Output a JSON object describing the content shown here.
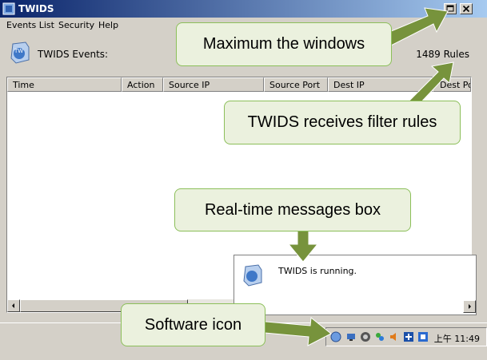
{
  "window": {
    "title": "TWIDS"
  },
  "menu": [
    {
      "label": "Events List"
    },
    {
      "label": "Security"
    },
    {
      "label": "Help"
    }
  ],
  "events_label": "TWIDS Events:",
  "rules_count": "1489 Rules",
  "table": {
    "columns": [
      "Time",
      "Action",
      "Source IP",
      "Source Port",
      "Dest IP",
      "Dest Po"
    ],
    "rows": []
  },
  "popup": {
    "message": "TWIDS is running."
  },
  "tray": {
    "clock": "上午 11:49"
  },
  "annotations": {
    "maximize": "Maximum the windows",
    "filter_rules": "TWIDS receives filter rules",
    "messages_box": "Real-time messages box",
    "software_icon": "Software icon"
  },
  "colors": {
    "callout_fill": "#ebf1de",
    "callout_border": "#8cbf5a",
    "arrow": "#77933c",
    "titlebar": "#0a246a"
  }
}
